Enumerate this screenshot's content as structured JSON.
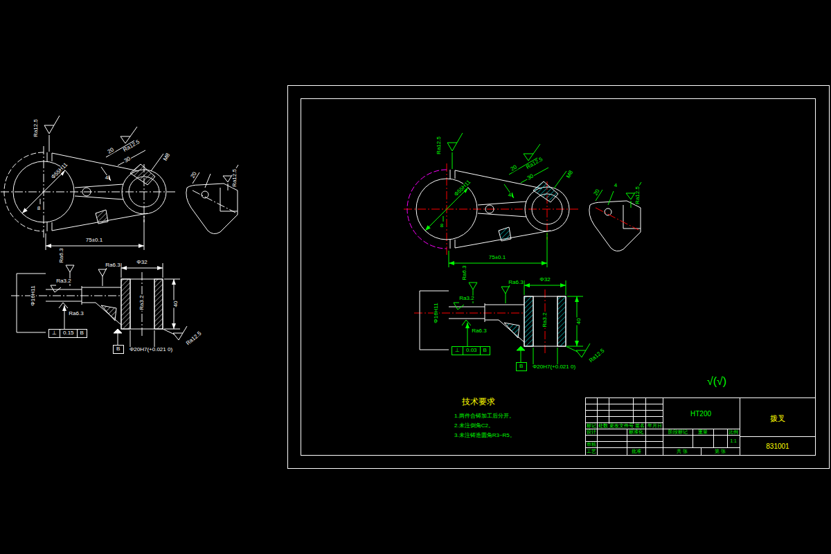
{
  "diagram": {
    "nodes": [
      {
        "text": [
          "⊥",
          "0.03",
          "B"
        ]
      },
      {
        "text": [
          "B"
        ]
      },
      {
        "text": [
          "⊥",
          "0.15",
          "B"
        ]
      },
      {
        "text": [
          "B"
        ]
      }
    ],
    "labels": [
      "Ra12.5",
      "20",
      "Ra12.5",
      "30",
      "M8",
      "Φ55H11",
      "8",
      "4",
      "75±0.1",
      "20",
      "4",
      "Ra12.5",
      "Ra6.3",
      "Ra6.3",
      "Φ32",
      "Ra3.2",
      "Φ16H11",
      "Ra3.2",
      "Ra6.3",
      "40",
      "Φ20H7(+0.021 0)",
      "Ra12.5",
      "√(√)",
      "技术要求",
      "1.两件合铸加工后分开。",
      "2.未注倒角C2。",
      "3.未注铸造圆角R3~R5。",
      "HT200",
      "拨叉",
      "831001",
      "标记",
      "处数",
      "更改文件号",
      "签名",
      "年月日",
      "设计",
      "标准化",
      "阶段标记",
      "重量",
      "比例",
      "1:1",
      "审核",
      "工艺",
      "批准",
      "共 张",
      "第 张",
      "Ra12.5",
      "20",
      "Ra12.5",
      "30",
      "M8",
      "Φ55H11",
      "8",
      "4",
      "75±0.1",
      "20",
      "Ra12.5",
      "Ra6.3",
      "Ra6.3",
      "Φ32",
      "Ra3.2",
      "Φ16H11",
      "Ra3.2",
      "Ra6.3",
      "40",
      "Φ20H7(+0.021 0)",
      "Ra12.5"
    ]
  }
}
